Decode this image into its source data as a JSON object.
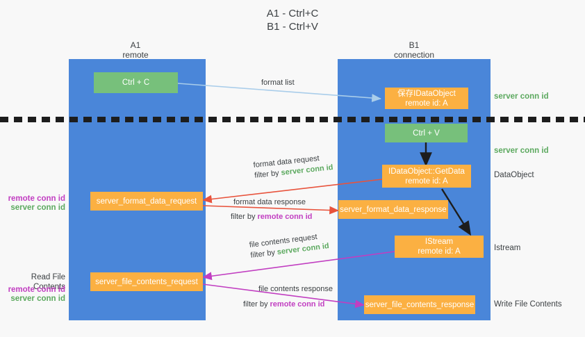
{
  "title": "A1 - Ctrl+C\nB1 - Ctrl+V",
  "columns": [
    {
      "name": "A1",
      "role": "remote",
      "label": "A1\nremote"
    },
    {
      "name": "B1",
      "role": "connection",
      "label": "B1\nconnection"
    }
  ],
  "colors": {
    "lane": "#4a86d9",
    "box_green": "#77c07b",
    "box_orange": "#fbb042",
    "server_conn_id": "#5ca95f",
    "remote_conn_id": "#c13ec1",
    "arrow_format_list": "#a9cdea",
    "arrow_format_data": "#e8533c",
    "arrow_file_contents": "#c13ec1",
    "arrow_internal": "#1d1d1d",
    "separator": "#1d1d1d",
    "background": "#f8f8f8"
  },
  "boxes": {
    "ctrl_c": "Ctrl + C",
    "ctrl_v": "Ctrl + V",
    "save_idataobject": "保存IDataObject\nremote id: A",
    "getdata": "IDataObject::GetData\nremote id: A",
    "istream": "IStream\nremote id: A",
    "server_format_data_request": "server_format_data_request",
    "server_format_data_response": "server_format_data_response",
    "server_file_contents_request": "server_file_contents_request",
    "server_file_contents_response": "server_file_contents_response"
  },
  "edges": [
    {
      "id": "format-list",
      "line1": "format list",
      "filter_prefix": "",
      "filter_target": "",
      "color": "#a9cdea"
    },
    {
      "id": "format-data-request",
      "line1": "format data request",
      "filter_prefix": "filter by ",
      "filter_target": "server conn id",
      "color": "#e8533c"
    },
    {
      "id": "format-data-response",
      "line1": "format data response",
      "filter_prefix": "filter by ",
      "filter_target": "remote conn id",
      "color": "#e8533c"
    },
    {
      "id": "file-contents-request",
      "line1": "file contents request",
      "filter_prefix": "filter by ",
      "filter_target": "server conn id",
      "color": "#c13ec1"
    },
    {
      "id": "file-contents-response",
      "line1": "file contents response",
      "filter_prefix": "filter by ",
      "filter_target": "remote conn id",
      "color": "#c13ec1"
    }
  ],
  "annotations": {
    "right_server_conn_id_top": "server conn id",
    "right_server_conn_id_mid": "server conn id",
    "right_dataobject": "DataObject",
    "right_istream": "Istream",
    "right_write_file_contents": "Write File Contents",
    "left_remote_conn_id_1": "remote conn id",
    "left_server_conn_id_1": "server conn id",
    "left_read_file_contents": "Read File Contents",
    "left_remote_conn_id_2": "remote conn id",
    "left_server_conn_id_2": "server conn id"
  }
}
